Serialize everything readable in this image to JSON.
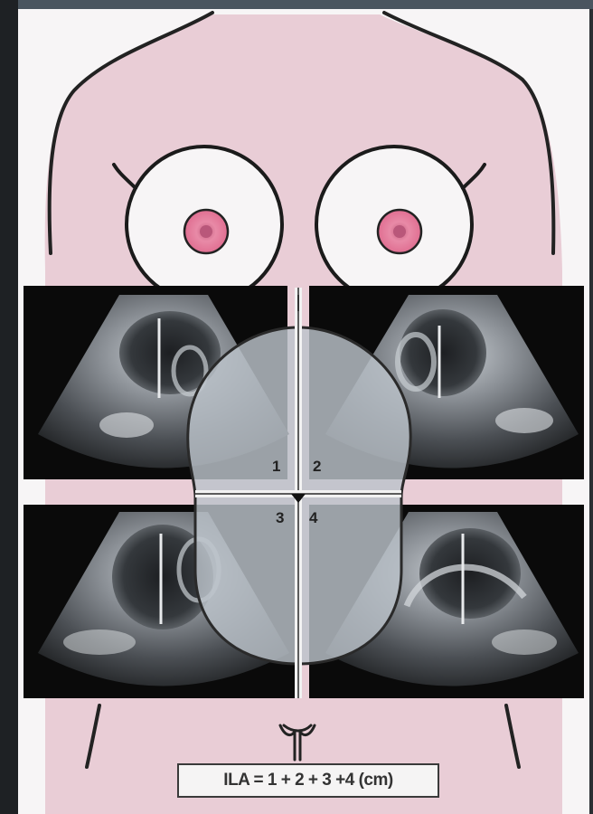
{
  "quadrant_labels": [
    "1",
    "2",
    "3",
    "4"
  ],
  "formula": "ILA = 1 + 2 + 3 +4 (cm)",
  "colors": {
    "skin": "#e6c6d0",
    "nipple": "#e27a99",
    "outline": "#222222",
    "uterus_overlay": "#bcc3cb",
    "ultrasound_bg": "#0a0a0a"
  }
}
